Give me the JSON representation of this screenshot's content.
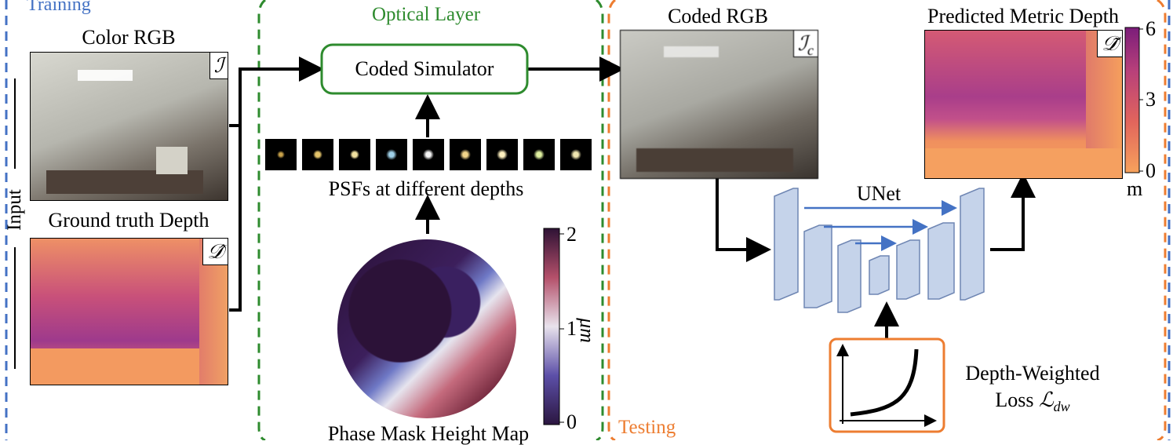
{
  "sections": {
    "training": "Training",
    "optical_layer": "Optical Layer",
    "testing": "Testing"
  },
  "input_label": "Input",
  "color_rgb": {
    "title": "Color RGB",
    "symbol": "ℐ"
  },
  "gt_depth": {
    "title": "Ground truth Depth",
    "symbol": "𝒟̂"
  },
  "simulator": {
    "label": "Coded Simulator"
  },
  "psfs": {
    "caption": "PSFs at different depths",
    "count": 9
  },
  "phase_mask": {
    "caption": "Phase Mask Height Map",
    "colorbar": {
      "ticks": [
        "2",
        "1",
        "0"
      ],
      "unit": "μm",
      "range": [
        0,
        2
      ]
    }
  },
  "coded_rgb": {
    "title": "Coded RGB",
    "symbol": "ℐ",
    "subscript": "c"
  },
  "unet": {
    "label": "UNet"
  },
  "prediction": {
    "title": "Predicted Metric Depth",
    "symbol": "𝒟̃",
    "colorbar": {
      "ticks": [
        "6",
        "3",
        "0"
      ],
      "unit": "m",
      "range": [
        0,
        6
      ]
    }
  },
  "loss": {
    "line1": "Depth-Weighted",
    "line2_prefix": "Loss ",
    "symbol": "ℒ",
    "subscript": "dw"
  },
  "colors": {
    "training": "#4472c4",
    "optical": "#2e8b2e",
    "testing": "#ed7d31",
    "unet_layer": "#c5d3ea",
    "unet_arrow": "#4472c4"
  }
}
